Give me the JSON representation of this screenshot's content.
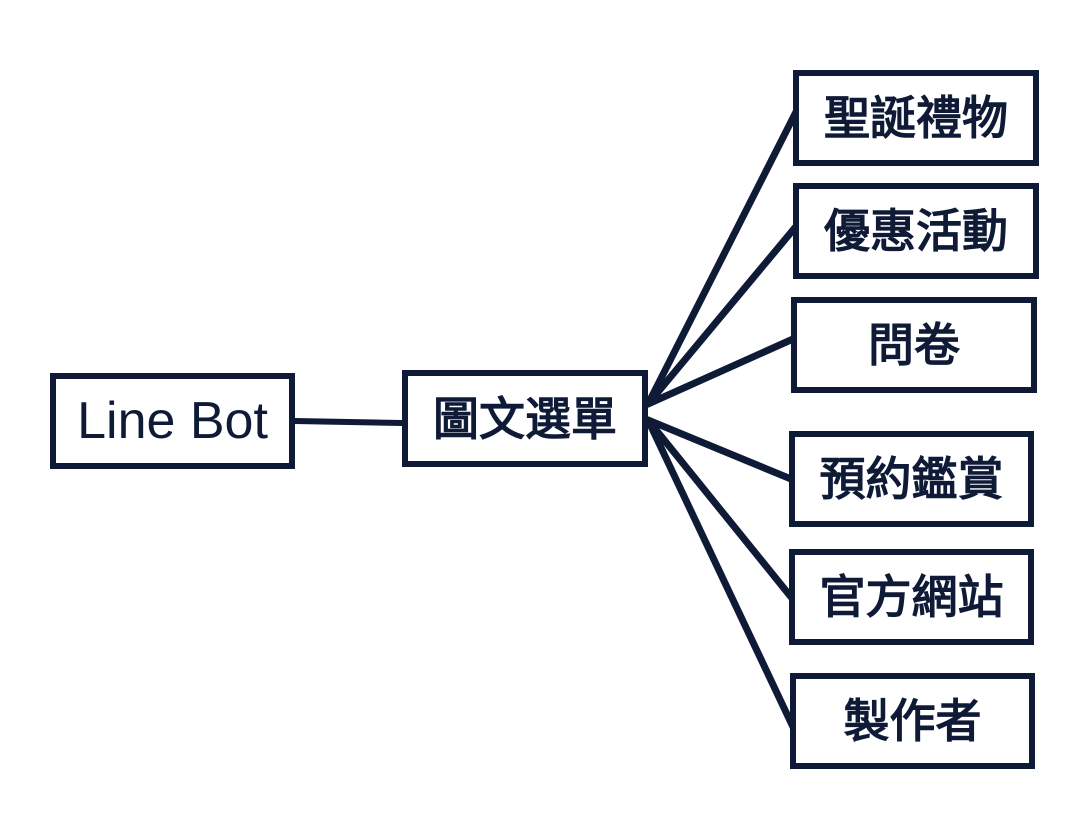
{
  "colors": {
    "stroke": "#0f1a36",
    "text": "#0f1a36",
    "background": "#ffffff"
  },
  "root": {
    "label": "Line Bot"
  },
  "hub": {
    "label": "圖文選單"
  },
  "leaves": [
    {
      "label": "聖誕禮物"
    },
    {
      "label": "優惠活動"
    },
    {
      "label": "問卷"
    },
    {
      "label": "預約鑑賞"
    },
    {
      "label": "官方網站"
    },
    {
      "label": "製作者"
    }
  ]
}
